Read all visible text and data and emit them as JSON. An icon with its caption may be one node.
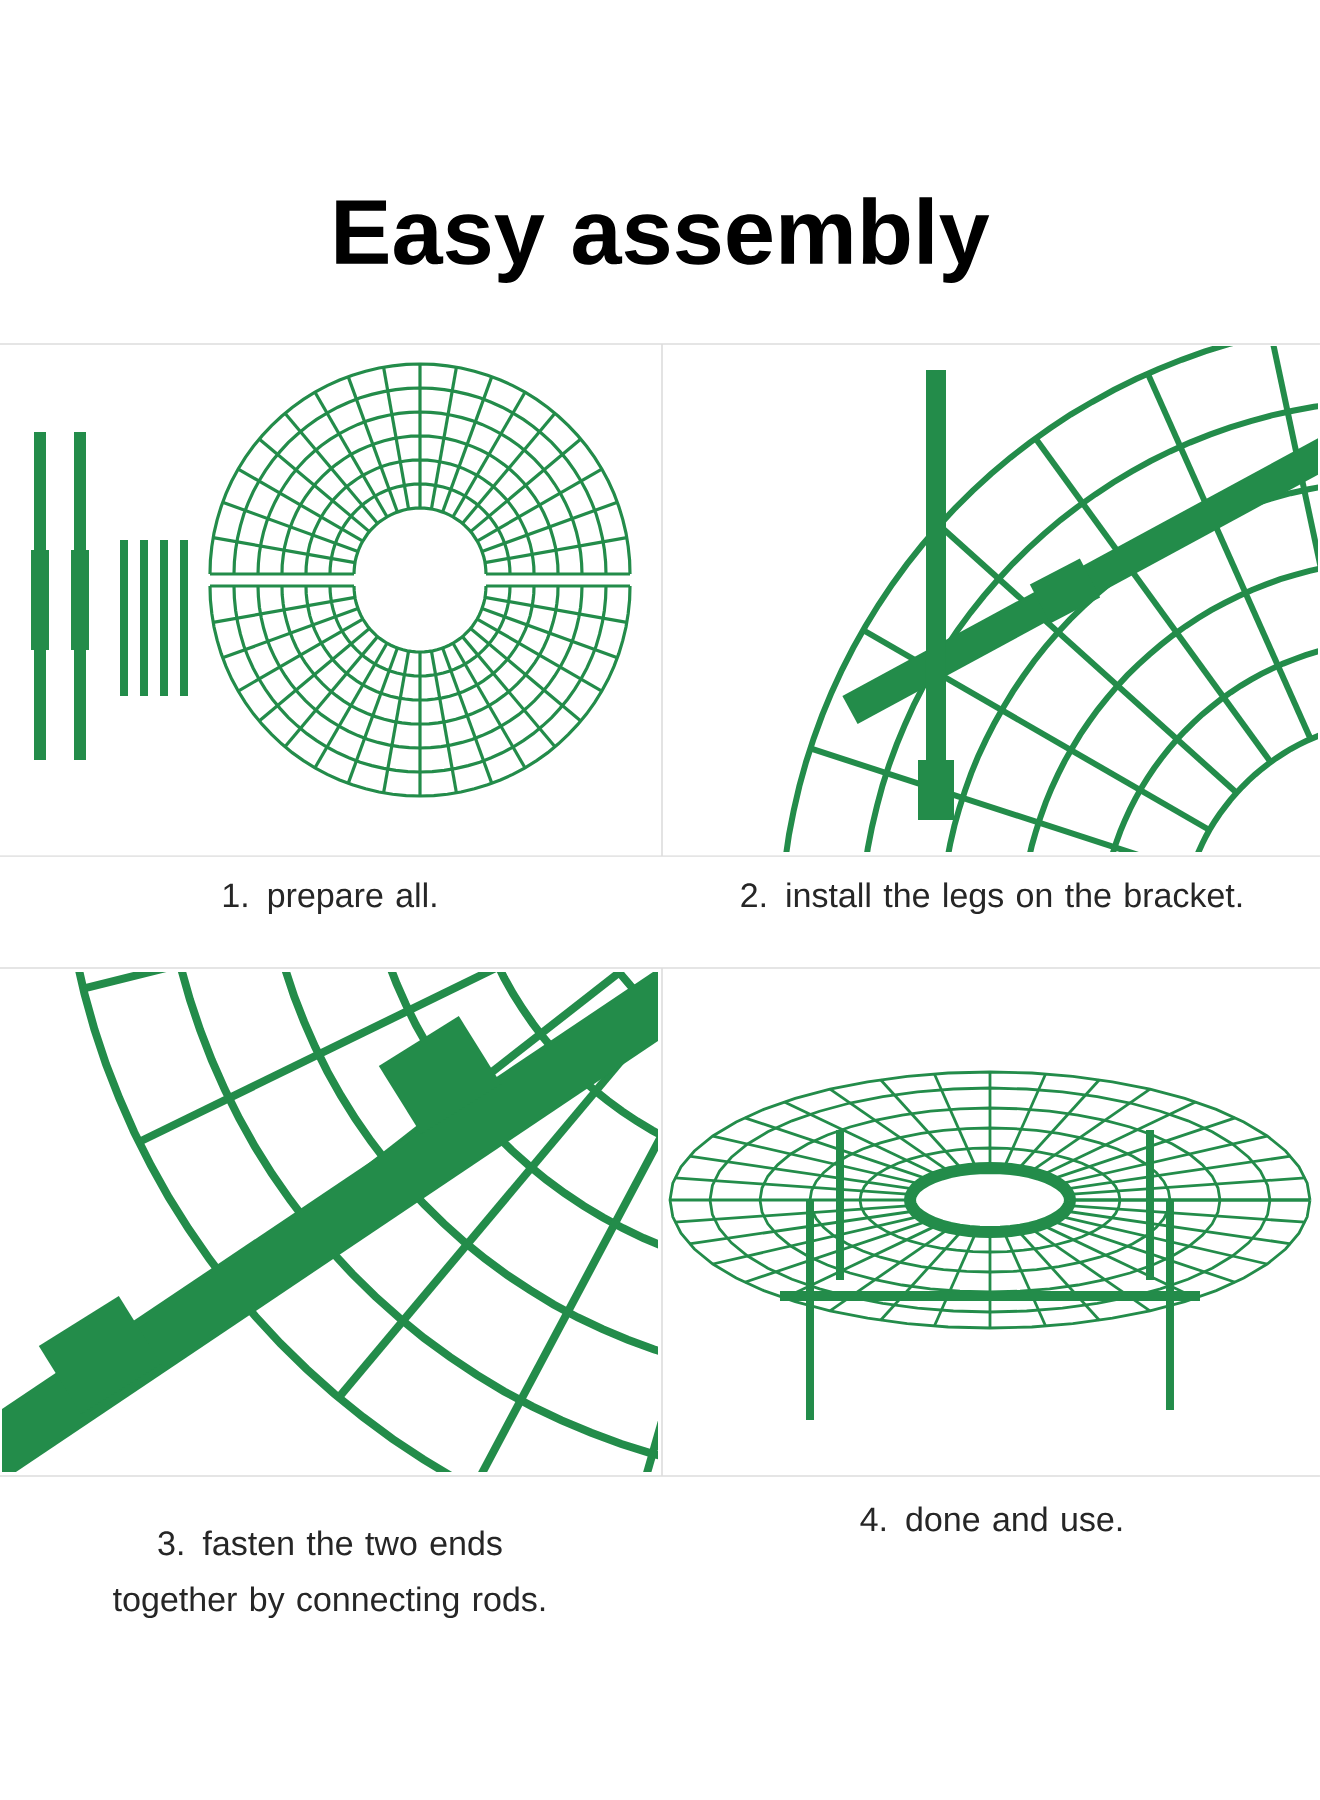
{
  "diagram": {
    "title": "Easy assembly",
    "nodes": [
      {
        "text": [
          "1. prepare all."
        ]
      },
      {
        "text": [
          "2. install the legs on the bracket."
        ]
      },
      {
        "text": [
          "3. fasten the two ends together by connecting rods."
        ]
      },
      {
        "text": [
          "4. done and use."
        ]
      }
    ]
  }
}
